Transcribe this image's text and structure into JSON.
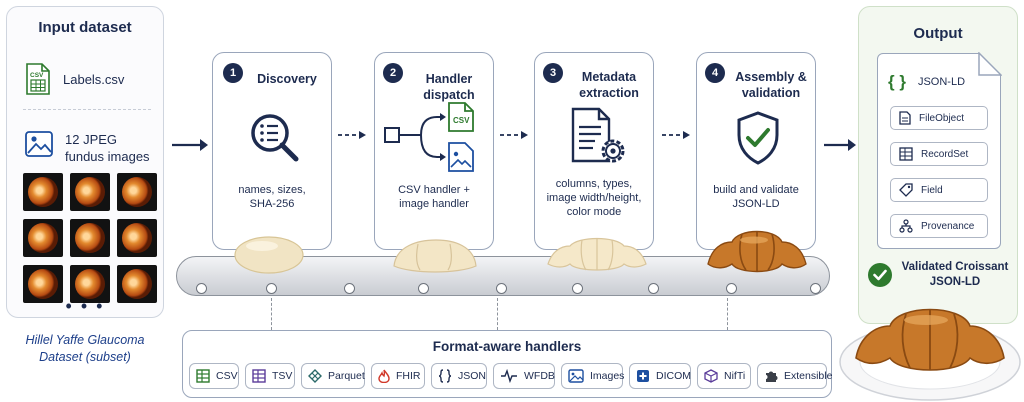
{
  "input": {
    "title": "Input dataset",
    "csv_file_label": "Labels.csv",
    "csv_icon_text": "CSV",
    "images_label_line1": "12 JPEG",
    "images_label_line2": "fundus images",
    "more_indicator": "• • •",
    "caption_line1": "Hillel Yaffe Glaucoma",
    "caption_line2": "Dataset (subset)"
  },
  "steps": [
    {
      "number": "1",
      "title_line1": "Discovery",
      "title_line2": "",
      "desc_line1": "names, sizes,",
      "desc_line2": "SHA-256",
      "desc_line3": "",
      "icon": "magnifier-list-icon"
    },
    {
      "number": "2",
      "title_line1": "Handler dispatch",
      "title_line2": "",
      "desc_line1": "CSV handler +",
      "desc_line2": "image handler",
      "desc_line3": "",
      "icon": "dispatch-icon",
      "csv_icon_text": "CSV"
    },
    {
      "number": "3",
      "title_line1": "Metadata",
      "title_line2": "extraction",
      "desc_line1": "columns, types,",
      "desc_line2": "image width/height,",
      "desc_line3": "color mode",
      "icon": "document-gear-icon"
    },
    {
      "number": "4",
      "title_line1": "Assembly &",
      "title_line2": "validation",
      "desc_line1": "build and validate",
      "desc_line2": "JSON-LD",
      "desc_line3": "",
      "icon": "shield-check-icon"
    }
  ],
  "handlers": {
    "title": "Format-aware handlers",
    "items": [
      {
        "label": "CSV",
        "icon": "table-icon"
      },
      {
        "label": "TSV",
        "icon": "table-icon"
      },
      {
        "label": "Parquet",
        "icon": "parquet-icon"
      },
      {
        "label": "FHIR",
        "icon": "flame-icon"
      },
      {
        "label": "JSON",
        "icon": "braces-icon"
      },
      {
        "label": "WFDB",
        "icon": "waveform-icon"
      },
      {
        "label": "Images",
        "icon": "image-icon"
      },
      {
        "label": "DICOM",
        "icon": "medical-cross-icon"
      },
      {
        "label": "NifTi",
        "icon": "cube-icon"
      },
      {
        "label": "Extensible",
        "icon": "puzzle-icon"
      }
    ]
  },
  "output": {
    "title": "Output",
    "doc_braces": "{ }",
    "doc_title": "JSON-LD",
    "items": [
      {
        "label": "FileObject",
        "icon": "file-icon"
      },
      {
        "label": "RecordSet",
        "icon": "table-icon"
      },
      {
        "label": "Field",
        "icon": "tag-icon"
      },
      {
        "label": "Provenance",
        "icon": "hierarchy-icon"
      }
    ],
    "validated_line1": "Validated Croissant",
    "validated_line2": "JSON-LD"
  },
  "colors": {
    "navy": "#1d2b4f",
    "green": "#2e7a2e",
    "dough": "#f1e4c4",
    "croissant": "#c7782a",
    "output_bg": "#f3f8f0"
  }
}
